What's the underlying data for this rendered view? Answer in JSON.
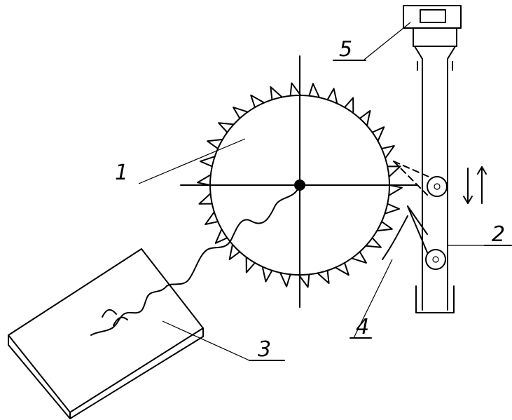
{
  "diagram": {
    "labels": {
      "saw_blade": "1",
      "roller": "2",
      "plate": "3",
      "guide": "4",
      "drive": "5"
    },
    "motion_symbol": "↓↑"
  }
}
